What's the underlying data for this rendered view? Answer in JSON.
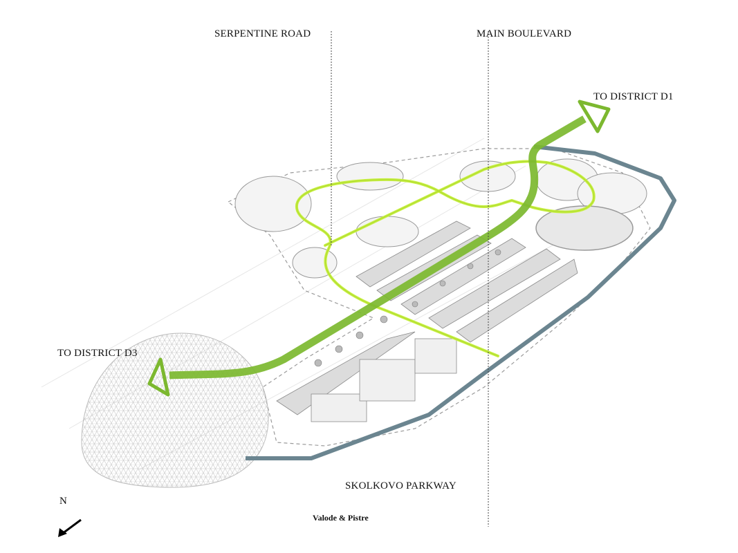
{
  "labels": {
    "serpentine_road": "SERPENTINE ROAD",
    "main_boulevard": "MAIN BOULEVARD",
    "to_district_d1": "TO DISTRICT D1",
    "to_district_d3": "TO DISTRICT D3",
    "skolkovo_parkway": "SKOLKOVO PARKWAY",
    "north": "N",
    "credit": "Valode & Pistre"
  },
  "colors": {
    "green_route": "#7cb82f",
    "serpentine_loop": "#c8f040",
    "parkway": "#6b8590",
    "buildings": "#bdbdbd"
  }
}
